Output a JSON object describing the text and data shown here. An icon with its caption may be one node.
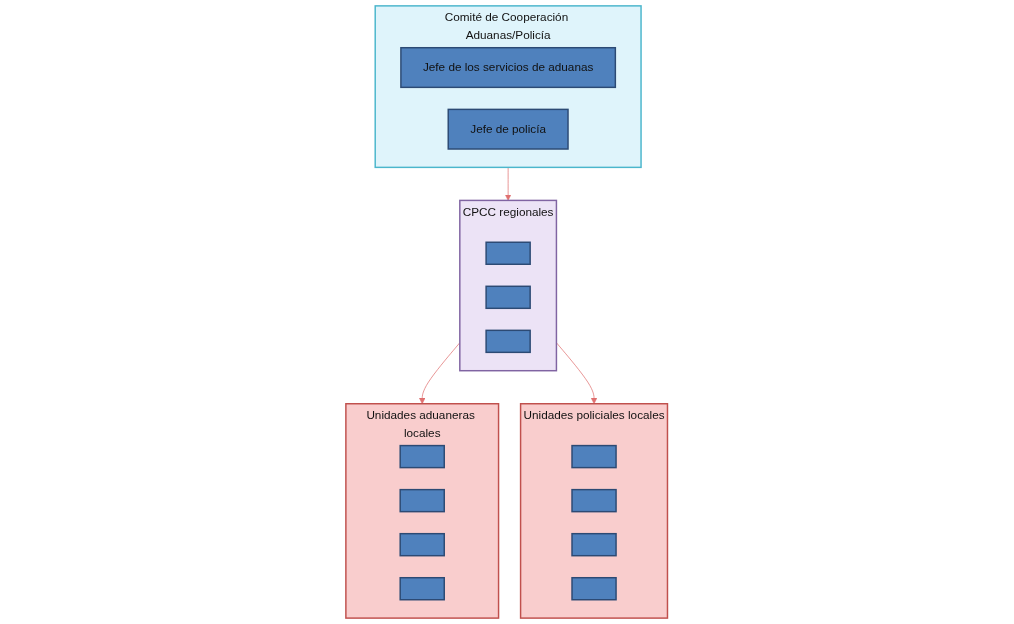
{
  "diagram": {
    "nodes": [
      {
        "text": [
          "Comité de Cooperación Aduanas/Policía"
        ]
      },
      {
        "text": [
          "Jefe de los servicios de aduanas"
        ],
        "in": 0
      },
      {
        "text": [
          "Jefe de policía"
        ],
        "in": 0
      },
      {
        "text": [
          "CPCC regionales"
        ]
      },
      {
        "text": [],
        "shape": "box",
        "in": 3
      },
      {
        "text": [],
        "shape": "box",
        "in": 3
      },
      {
        "text": [],
        "shape": "box",
        "in": 3
      },
      {
        "text": [
          "Unidades aduaneras locales"
        ]
      },
      {
        "text": [],
        "shape": "box",
        "in": 7
      },
      {
        "text": [],
        "shape": "box",
        "in": 7
      },
      {
        "text": [],
        "shape": "box",
        "in": 7
      },
      {
        "text": [],
        "shape": "box",
        "in": 7
      },
      {
        "text": [
          "Unidades policiales locales"
        ]
      },
      {
        "text": [],
        "shape": "box",
        "in": 12
      },
      {
        "text": [],
        "shape": "box",
        "in": 12
      },
      {
        "text": [],
        "shape": "box",
        "in": 12
      },
      {
        "text": [],
        "shape": "box",
        "in": 12
      }
    ],
    "edges": [
      {
        "from": 0,
        "to": 3,
        "arrow": "to"
      },
      {
        "from": 3,
        "to": 7,
        "arrow": "to"
      },
      {
        "from": 3,
        "to": 12,
        "arrow": "to"
      }
    ]
  }
}
